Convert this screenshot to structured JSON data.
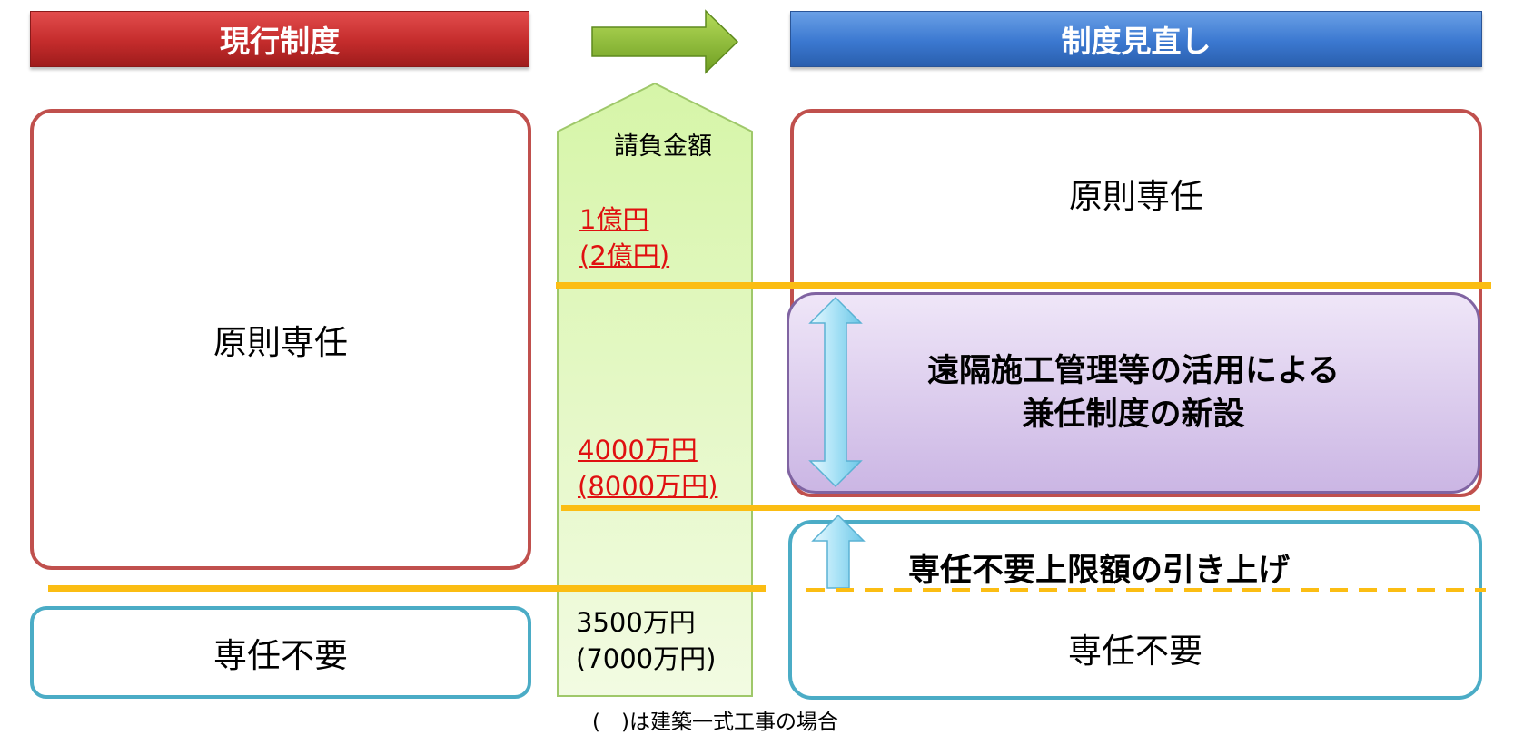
{
  "banners": {
    "current": "現行制度",
    "revised": "制度見直し"
  },
  "left": {
    "upper_label": "原則専任",
    "lower_label": "専任不要"
  },
  "center": {
    "axis_label": "請負金額",
    "amount_top_1": "1億円",
    "amount_top_2": "(2億円)",
    "amount_mid_1": "4000万円",
    "amount_mid_2": "(8000万円)",
    "amount_low_1": "3500万円",
    "amount_low_2": "(7000万円)"
  },
  "right": {
    "upper_label": "原則専任",
    "new_system_line1": "遠隔施工管理等の活用による",
    "new_system_line2": "兼任制度の新設",
    "raise_label": "専任不要上限額の引き上げ",
    "lower_label": "専任不要"
  },
  "footnote": "(　)は建築一式工事の場合",
  "colors": {
    "red_border": "#c0504d",
    "teal_border": "#4bacc6",
    "threshold_line": "#fbbd13",
    "amount_red": "#e01010"
  }
}
